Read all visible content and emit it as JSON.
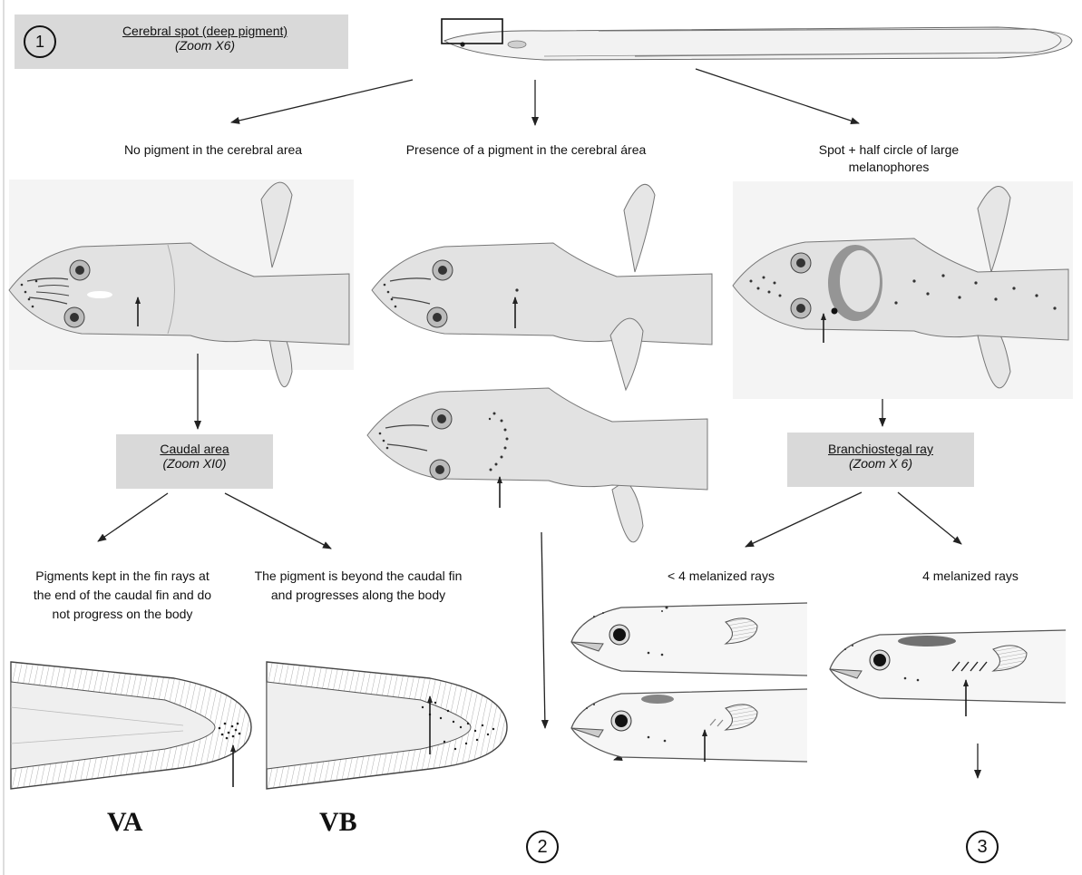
{
  "colors": {
    "box_fill": "#d9d9d9",
    "body_fill": "#e4e4e4",
    "fin_fill": "#e8e8e8",
    "line": "#555555",
    "pigment": "#333333"
  },
  "header_box": {
    "step": "1",
    "title": "Cerebral spot (deep pigment)",
    "zoom": "(Zoom X6)"
  },
  "branches": {
    "left": "No pigment in the cerebral area",
    "middle": "Presence of a pigment in the cerebral área",
    "right": "Spot + half circle of large melanophores"
  },
  "caudal_box": {
    "title": "Caudal area",
    "zoom": "(Zoom XI0)"
  },
  "branchio_box": {
    "title": "Branchiostegal ray",
    "zoom": "(Zoom X 6)"
  },
  "caudal_options": {
    "a": "Pigments kept in the fin rays at the end of the caudal fin and do not progress on the body",
    "b": "The pigment is beyond the caudal fin and progresses along the body"
  },
  "ray_options": {
    "less": "< 4 melanized rays",
    "four": "4 melanized rays"
  },
  "stages": {
    "va": "VA",
    "vb": "VB"
  },
  "outcomes": {
    "two": "2",
    "three": "3"
  }
}
